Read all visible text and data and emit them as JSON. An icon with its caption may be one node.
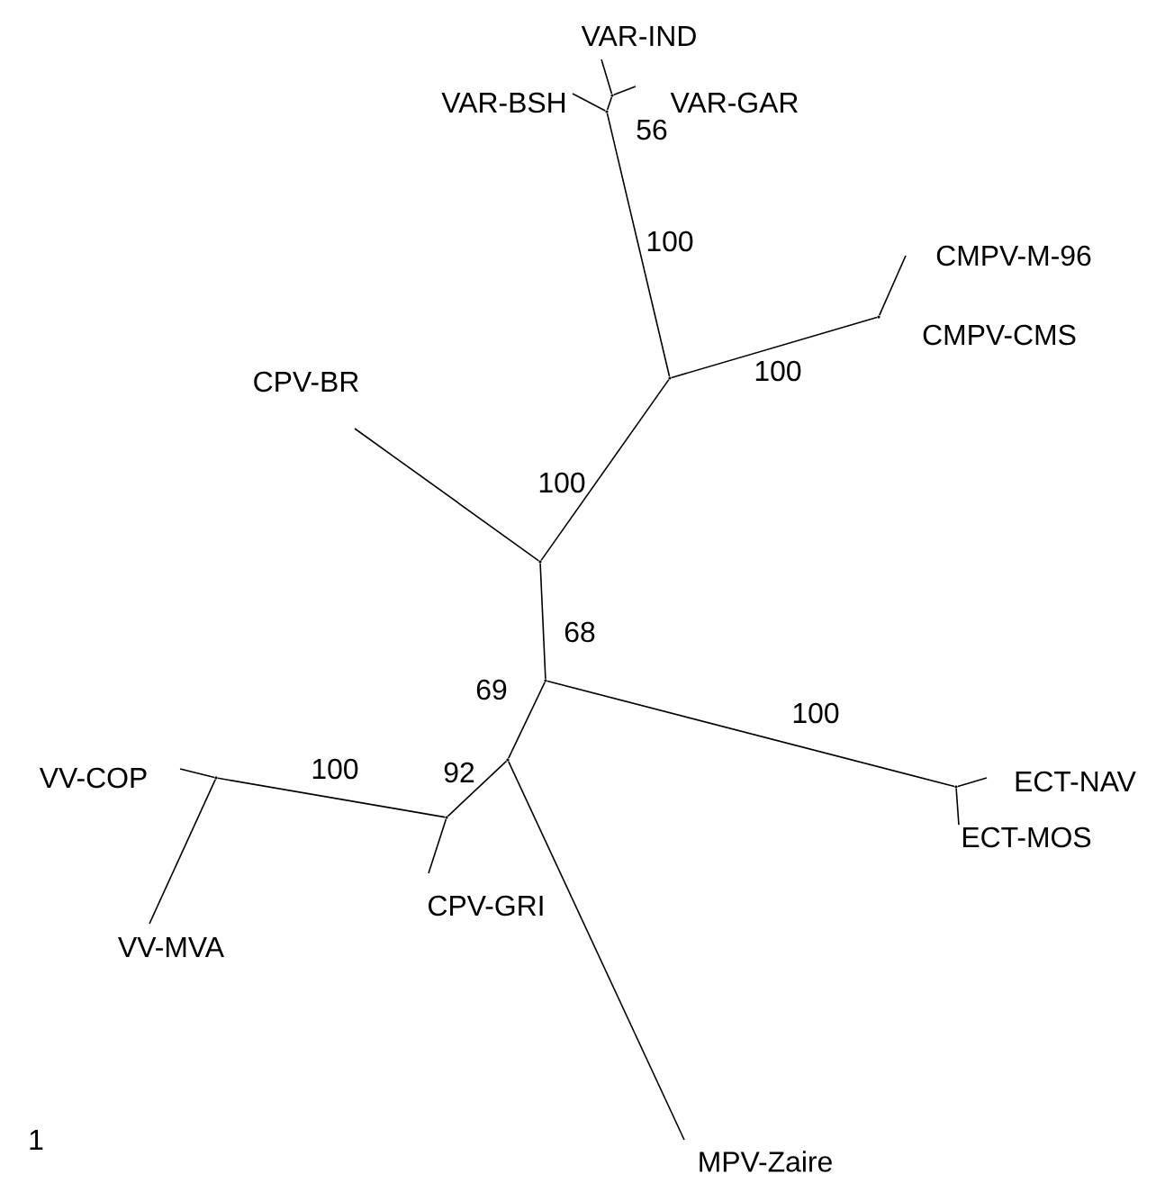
{
  "diagram": {
    "nodes": [
      {
        "text": [
          "VAR-IND"
        ]
      },
      {
        "text": [
          "VAR-BSH"
        ]
      },
      {
        "text": [
          "VAR-GAR"
        ]
      },
      {
        "text": [
          "CMPV-M-96"
        ]
      },
      {
        "text": [
          "CMPV-CMS"
        ]
      },
      {
        "text": [
          "CPV-BR"
        ]
      },
      {
        "text": [
          "ECT-NAV"
        ]
      },
      {
        "text": [
          "ECT-MOS"
        ]
      },
      {
        "text": [
          "VV-COP"
        ]
      },
      {
        "text": [
          "CPV-GRI"
        ]
      },
      {
        "text": [
          "VV-MVA"
        ]
      },
      {
        "text": [
          "MPV-Zaire"
        ]
      },
      {
        "text": [],
        "shape": "point"
      },
      {
        "text": [],
        "shape": "point"
      },
      {
        "text": [],
        "shape": "point"
      },
      {
        "text": [],
        "shape": "point"
      },
      {
        "text": [],
        "shape": "point"
      },
      {
        "text": [],
        "shape": "point"
      },
      {
        "text": [],
        "shape": "point"
      },
      {
        "text": [],
        "shape": "point"
      },
      {
        "text": [],
        "shape": "point"
      },
      {
        "text": [],
        "shape": "point"
      }
    ],
    "edges": [
      {
        "from": 12,
        "to": 0,
        "arrow": "none"
      },
      {
        "from": 12,
        "to": 2,
        "arrow": "none"
      },
      {
        "from": 13,
        "to": 12,
        "arrow": "none"
      },
      {
        "from": 13,
        "to": 1,
        "arrow": "none"
      },
      {
        "from": 14,
        "to": 13,
        "arrow": "none"
      },
      {
        "from": 14,
        "to": 15,
        "arrow": "none"
      },
      {
        "from": 15,
        "to": 3,
        "arrow": "none"
      },
      {
        "from": 16,
        "to": 14,
        "arrow": "none"
      },
      {
        "from": 16,
        "to": 5,
        "arrow": "none"
      },
      {
        "from": 16,
        "to": 17,
        "arrow": "none"
      },
      {
        "from": 17,
        "to": 18,
        "arrow": "none"
      },
      {
        "from": 18,
        "to": 6,
        "arrow": "none"
      },
      {
        "from": 18,
        "to": 7,
        "arrow": "none"
      },
      {
        "from": 17,
        "to": 19,
        "arrow": "none"
      },
      {
        "from": 19,
        "to": 11,
        "arrow": "none"
      },
      {
        "from": 19,
        "to": 20,
        "arrow": "none"
      },
      {
        "from": 20,
        "to": 9,
        "arrow": "none"
      },
      {
        "from": 20,
        "to": 21,
        "arrow": "none"
      },
      {
        "from": 21,
        "to": 8,
        "arrow": "none"
      },
      {
        "from": 21,
        "to": 10,
        "arrow": "none"
      }
    ],
    "labels": [
      "56",
      "100",
      "100",
      "100",
      "68",
      "100",
      "69",
      "100",
      "92",
      "1"
    ]
  }
}
